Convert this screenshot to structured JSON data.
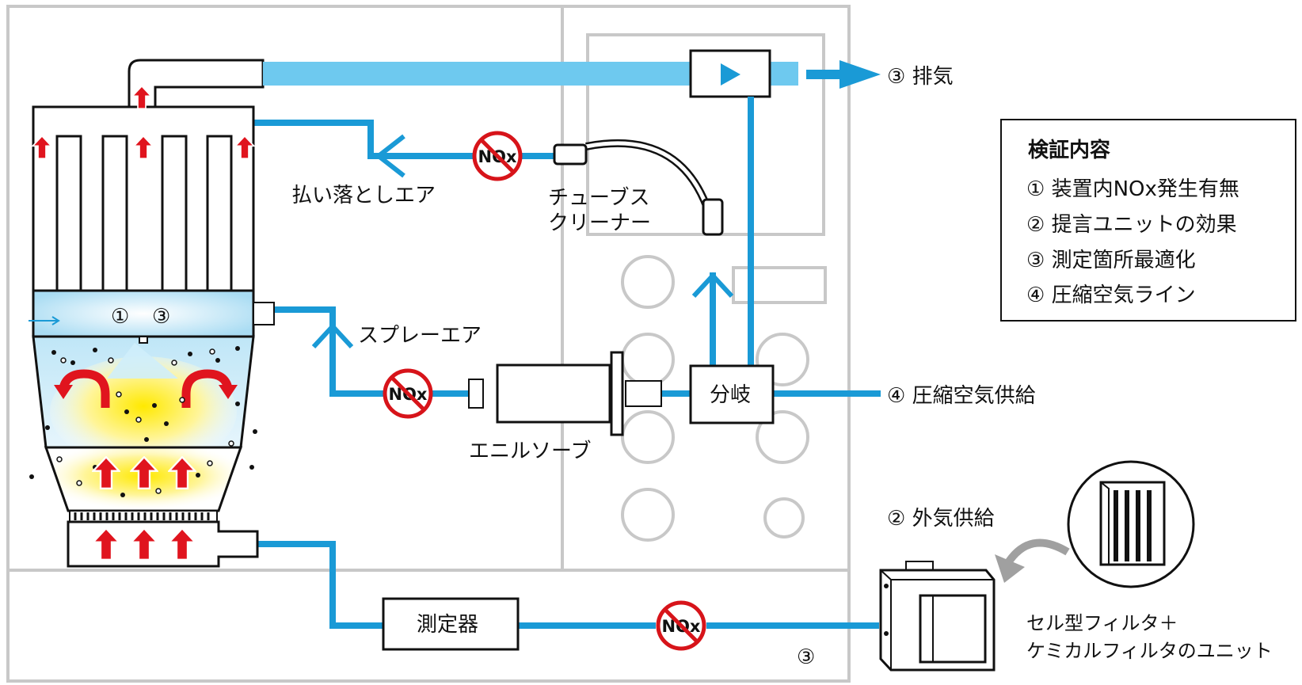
{
  "labels": {
    "exhaust": "③ 排気",
    "purge_air": "払い落としエア",
    "tube_cleaner_line1": "チューブス",
    "tube_cleaner_line2": "クリーナー",
    "spray_air": "スプレーエア",
    "air_soap": "エニルソーブ",
    "branch": "分岐",
    "compressed_air_supply": "④ 圧縮空気供給",
    "outside_air_supply": "② 外気供給",
    "measuring_device": "測定器",
    "marker_3_bottom": "③",
    "filter_unit_line1": "セル型フィルタ＋",
    "filter_unit_line2": "ケミカルフィルタのユニット",
    "chamber_marker_1": "①",
    "chamber_marker_3": "③"
  },
  "nox_label": "NOx",
  "verification": {
    "title": "検証内容",
    "items": [
      "① 装置内NOx発生有無",
      "② 提言ユニットの効果",
      "③ 測定箇所最適化",
      "④ 圧縮空気ライン"
    ]
  },
  "colors": {
    "pipe": "#1a9ad6",
    "exhaust_pipe": "#6ec9ef",
    "nox_prohibit": "#d7141a",
    "heat_arrow": "#e0141e",
    "frame": "#c8c8c8"
  }
}
